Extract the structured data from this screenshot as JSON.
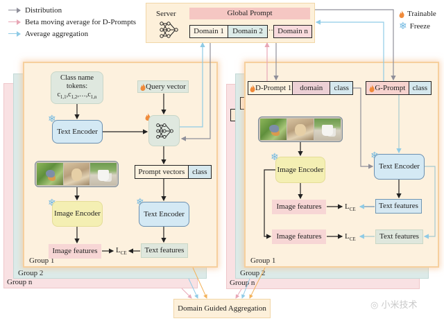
{
  "legend": {
    "items": [
      {
        "label": "Distribution",
        "color": "#8f8f9a"
      },
      {
        "label": "Beta moving average for D-Prompts",
        "color": "#e8a7b6"
      },
      {
        "label": "Average aggregation",
        "color": "#8fcbe6"
      }
    ],
    "trainable_label": "Trainable",
    "freeze_label": "Freeze"
  },
  "server": {
    "label": "Server",
    "global_prompt": "Global Prompt",
    "domains": [
      "Domain 1",
      "Domain 2",
      "Domain n"
    ],
    "ellipsis": "···"
  },
  "left_panel": {
    "class_tokens": {
      "line1": "Class name",
      "line2": "tokens:",
      "line3": "c1,1,c1,2,…,c1,n"
    },
    "query_vector": "Query vector",
    "text_encoder_top": "Text Encoder",
    "prompt_vectors": "Prompt vectors",
    "class_label": "class",
    "image_encoder": "Image Encoder",
    "text_encoder_bottom": "Text Encoder",
    "image_features": "Image features",
    "loss": "L",
    "loss_sub": "CE",
    "text_features": "Text features",
    "groups": [
      "Group 1",
      "Group 2",
      "Group n"
    ]
  },
  "right_panel": {
    "d_prompt": "D-Prompt 1",
    "domain": "domain",
    "class_label": "class",
    "g_prompt": "G-Prompt",
    "g_class_label": "class",
    "image_encoder": "Image Encoder",
    "text_encoder": "Text Encoder",
    "image_features_1": "Image features",
    "image_features_2": "Image features",
    "loss": "L",
    "loss_sub": "CE",
    "text_features_1": "Text features",
    "text_features_2": "Text features",
    "groups": [
      "Group 1",
      "Group 2",
      "Group n"
    ]
  },
  "aggregation": "Domain Guided Aggregation",
  "watermark": "小米技术",
  "colors": {
    "distribution": "#8f8f9a",
    "beta": "#e8a7b6",
    "average": "#8fcbe6",
    "orange": "#f3b25a"
  }
}
